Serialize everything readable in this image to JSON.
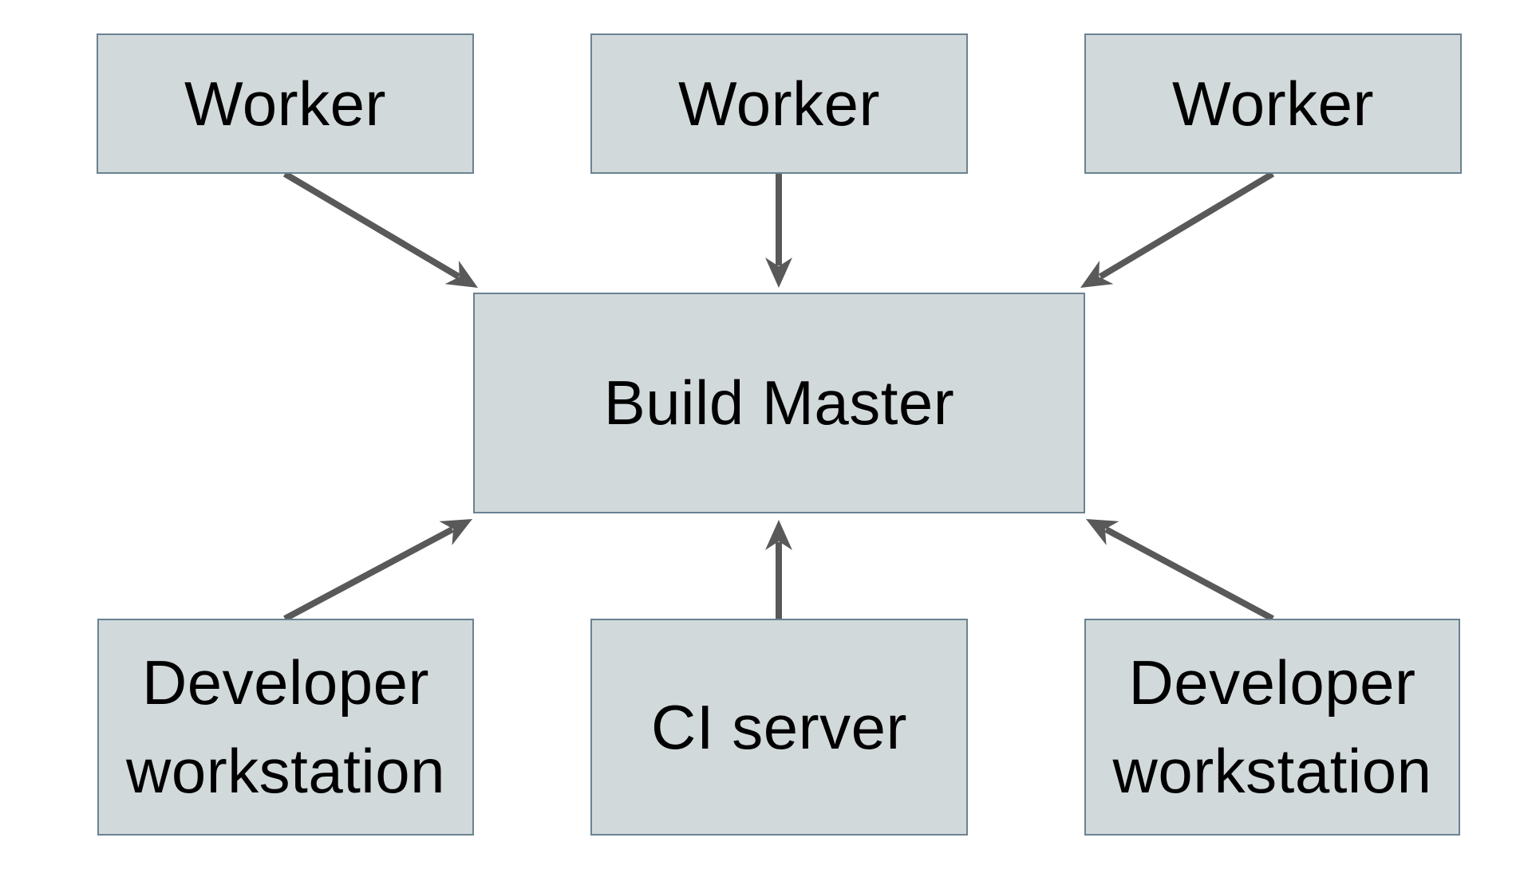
{
  "diagram": {
    "background": "#ffffff",
    "colors": {
      "node_fill": "#d2d9db",
      "node_border": "#6b8291",
      "arrow": "#595959",
      "text": "#000000"
    },
    "nodes": [
      {
        "id": "worker-1",
        "label": "Worker"
      },
      {
        "id": "worker-2",
        "label": "Worker"
      },
      {
        "id": "worker-3",
        "label": "Worker"
      },
      {
        "id": "build-master",
        "label": "Build Master"
      },
      {
        "id": "dev-workstation-left",
        "label": "Developer workstation"
      },
      {
        "id": "ci-server",
        "label": "CI server"
      },
      {
        "id": "dev-workstation-right",
        "label": "Developer workstation"
      }
    ],
    "edges": [
      {
        "from": "worker-1",
        "to": "build-master"
      },
      {
        "from": "worker-2",
        "to": "build-master"
      },
      {
        "from": "worker-3",
        "to": "build-master"
      },
      {
        "from": "dev-workstation-left",
        "to": "build-master"
      },
      {
        "from": "ci-server",
        "to": "build-master"
      },
      {
        "from": "dev-workstation-right",
        "to": "build-master"
      }
    ]
  }
}
